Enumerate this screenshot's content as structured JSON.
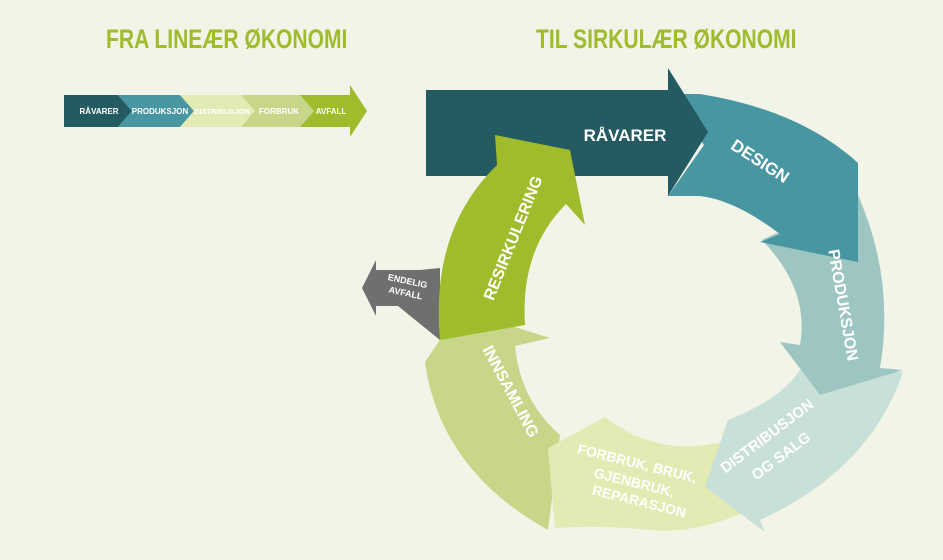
{
  "titles": {
    "linear": "FRA LINEÆR ØKONOMI",
    "circular": "TIL SIRKULÆR ØKONOMI"
  },
  "linear_steps": [
    {
      "label": "RÅVARER",
      "color": "#245a61",
      "text_color": "#ffffff"
    },
    {
      "label": "PRODUKSJON",
      "color": "#4796a1",
      "text_color": "#ffffff"
    },
    {
      "label": "DISTRIBUSJON",
      "color": "#e3eab3",
      "text_color": "#a6bd3a"
    },
    {
      "label": "FORBRUK",
      "color": "#c8d68a",
      "text_color": "#ffffff"
    },
    {
      "label": "AVFALL",
      "color": "#a0bb2b",
      "text_color": "#ffffff"
    }
  ],
  "circular_steps": {
    "raavarer": {
      "label": "RÅVARER",
      "color": "#245a61"
    },
    "design": {
      "label": "DESIGN",
      "color": "#4796a1"
    },
    "produksjon": {
      "label": "PRODUKSJON",
      "color": "#9dc6c2"
    },
    "distribusjon": {
      "lines": [
        "DISTRIBUSJON",
        "OG SALG"
      ],
      "color": "#c9e0d9",
      "text_color": "#4796a1"
    },
    "forbruk": {
      "lines": [
        "FORBRUK, BRUK,",
        "GJENBRUK,",
        "REPARASJON"
      ],
      "color": "#e3eab3",
      "text_color": "#a0bb2b"
    },
    "innsamling": {
      "label": "INNSAMLING",
      "color": "#c8d68a"
    },
    "resirkulering": {
      "label": "RESIRKULERING",
      "color": "#a0bb2b"
    },
    "endelig_avfall": {
      "lines": [
        "ENDELIG",
        "AVFALL"
      ],
      "color": "#6e6f6e"
    }
  }
}
